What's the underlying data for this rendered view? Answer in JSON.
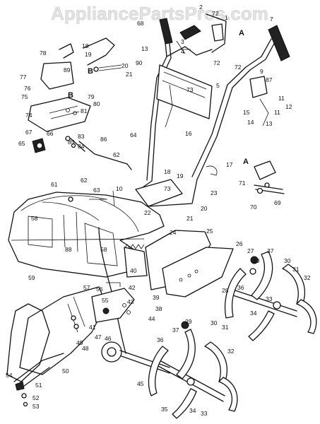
{
  "watermark": "AppliancePartsPros.com",
  "section_letters": [
    "A",
    "B",
    "B",
    "A"
  ],
  "callouts": {
    "c1": "1",
    "c2": "2",
    "c3": "3",
    "c4": "4",
    "c5": "5",
    "c7": "7",
    "c9": "9",
    "c10": "10",
    "c11a": "11",
    "c11b": "11",
    "c12": "12",
    "c13a": "13",
    "c13b": "13",
    "c14": "14",
    "c15": "15",
    "c16": "16",
    "c17": "17",
    "c18a": "18",
    "c18b": "18",
    "c19a": "19",
    "c19b": "19",
    "c20a": "20",
    "c20b": "20",
    "c21a": "21",
    "c21b": "21",
    "c22": "22",
    "c23": "23",
    "c24": "24",
    "c25": "25",
    "c26": "26",
    "c27": "27",
    "c28": "28",
    "c29a": "29",
    "c29b": "29",
    "c30a": "30",
    "c30b": "30",
    "c31a": "31",
    "c31b": "31",
    "c32a": "32",
    "c32b": "32",
    "c33a": "33",
    "c33b": "33",
    "c34a": "34",
    "c34b": "34",
    "c35": "35",
    "c36a": "36",
    "c36b": "36",
    "c37a": "37",
    "c37b": "37",
    "c38": "38",
    "c39": "39",
    "c40": "40",
    "c41": "41",
    "c42": "42",
    "c43": "43",
    "c44": "44",
    "c45": "45",
    "c46": "46",
    "c47": "47",
    "c48": "48",
    "c49": "49",
    "c50": "50",
    "c51": "51",
    "c52": "52",
    "c53": "53",
    "c54": "54",
    "c55": "55",
    "c56": "56",
    "c57": "57",
    "c58a": "58",
    "c58b": "58",
    "c59": "59",
    "c61": "61",
    "c62a": "62",
    "c62b": "62",
    "c63": "63",
    "c64": "64",
    "c65": "65",
    "c66": "66",
    "c67": "67",
    "c68": "68",
    "c69": "69",
    "c70": "70",
    "c71": "71",
    "c72a": "72",
    "c72b": "72",
    "c72c": "72",
    "c73a": "73",
    "c73b": "73",
    "c74": "74",
    "c75": "75",
    "c76": "76",
    "c77": "77",
    "c78": "78",
    "c79": "79",
    "c80": "80",
    "c81": "81",
    "c83": "83",
    "c84": "84",
    "c85": "85",
    "c86": "86",
    "c87": "87",
    "c88": "88",
    "c89": "89",
    "c90": "90"
  }
}
